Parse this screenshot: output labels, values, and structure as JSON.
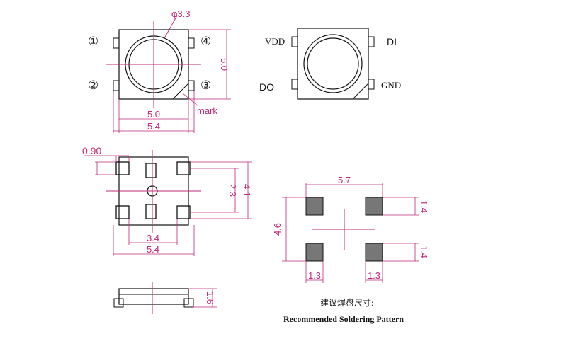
{
  "top_view": {
    "diameter": "φ3.3",
    "height": "5.0",
    "inner_width": "5.0",
    "outer_width": "5.4",
    "mark": "mark",
    "pin1": "①",
    "pin2": "②",
    "pin3": "③",
    "pin4": "④"
  },
  "pin_view": {
    "vdd": "VDD",
    "di": "DI",
    "do": "DO",
    "gnd": "GND"
  },
  "bottom_view": {
    "pad_width": "0.90",
    "inner_height": "2.3",
    "outer_height": "4.1",
    "pad_spacing": "3.4",
    "width": "5.4"
  },
  "side_view": {
    "thickness": "1.6"
  },
  "soldering": {
    "width": "5.7",
    "height": "4.6",
    "pad_top": "1.4",
    "pad_bottom": "1.4",
    "pad_left_w": "1.3",
    "pad_right_w": "1.3",
    "title_cn": "建议焊盘尺寸:",
    "title_en": "Recommended  Soldering  Pattern"
  }
}
